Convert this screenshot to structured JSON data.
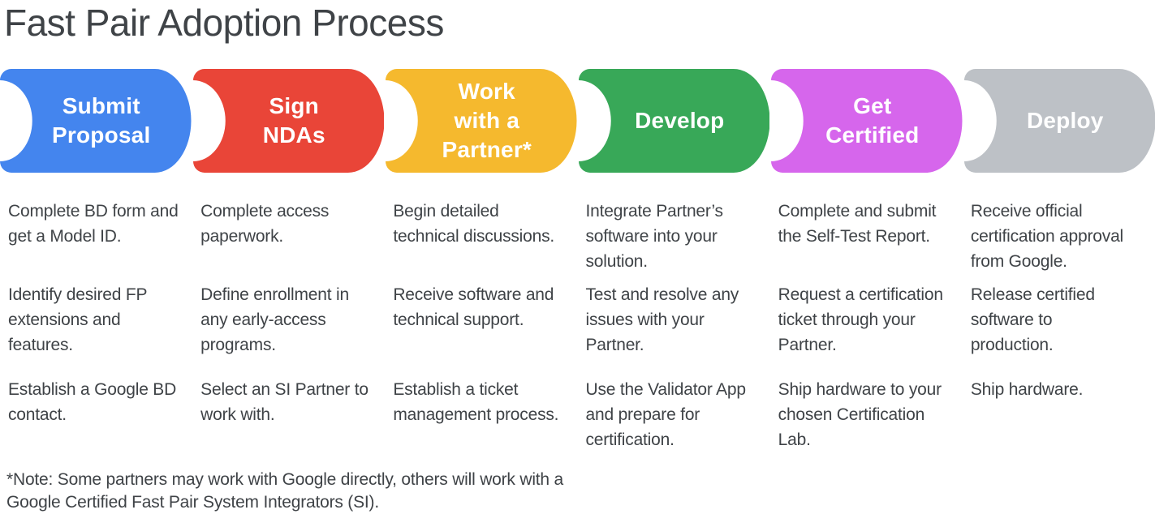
{
  "title": "Fast Pair Adoption Process",
  "steps": [
    {
      "label": "Submit\nProposal",
      "color": "#4485EE",
      "items": [
        "Complete BD form and\nget a Model ID.",
        "Identify desired FP\nextensions and\nfeatures.",
        "Establish a Google BD\ncontact."
      ]
    },
    {
      "label": "Sign\nNDAs",
      "color": "#E94538",
      "items": [
        "Complete access\npaperwork.",
        "Define enrollment in\nany early-access\nprograms.",
        "Select an SI Partner to\nwork with."
      ]
    },
    {
      "label": "Work\nwith a\nPartner*",
      "color": "#F5B92E",
      "items": [
        "Begin detailed\ntechnical discussions.",
        "Receive software and\ntechnical support.",
        "Establish a ticket\nmanagement process."
      ]
    },
    {
      "label": "Develop",
      "color": "#38A858",
      "items": [
        "Integrate Partner’s\nsoftware into your\nsolution.",
        "Test and resolve any\nissues with your\nPartner.",
        "Use the Validator App\nand prepare for\ncertification."
      ]
    },
    {
      "label": "Get\nCertified",
      "color": "#D666EC",
      "items": [
        "Complete and submit\nthe Self-Test Report.",
        "Request a certification\nticket through your\nPartner.",
        "Ship hardware to your\nchosen Certification\nLab."
      ]
    },
    {
      "label": "Deploy",
      "color": "#BDC1C6",
      "items": [
        "Receive official\ncertification approval\nfrom Google.",
        "Release certified\nsoftware to\nproduction.",
        "Ship hardware."
      ]
    }
  ],
  "note": "*Note: Some partners may work with Google directly, others will work with a\nGoogle Certified Fast Pair System Integrators (SI).",
  "colors": {
    "text": "#3F4347",
    "label_text": "#FFFFFF",
    "background": "#FFFFFF"
  }
}
